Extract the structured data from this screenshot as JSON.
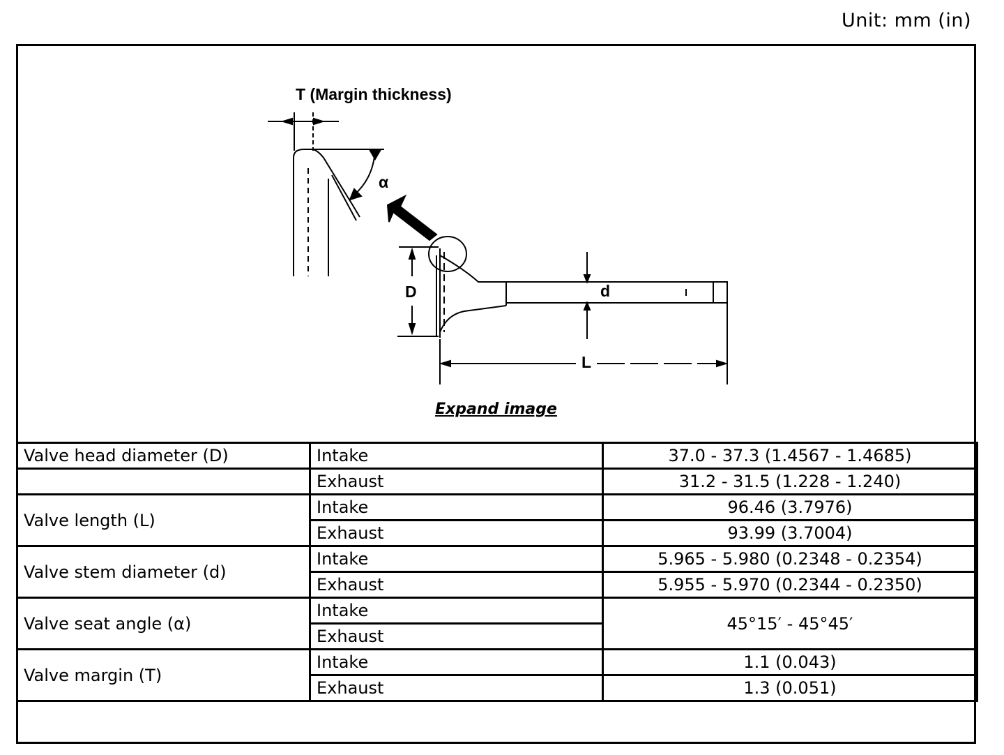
{
  "unit_label": "Unit: mm (in)",
  "figure": {
    "margin_label": "T (Margin thickness)",
    "alpha_label": "α",
    "D_label": "D",
    "d_label": "d",
    "L_label": "L",
    "expand_link": "Expand image"
  },
  "specs": [
    {
      "name": "Valve head diameter (D)",
      "intake_label": "Intake",
      "intake_value": "37.0 - 37.3 (1.4567 - 1.4685)",
      "exhaust_label": "Exhaust",
      "exhaust_value": "31.2 - 31.5 (1.228 - 1.240)"
    },
    {
      "name": "Valve length (L)",
      "intake_label": "Intake",
      "intake_value": "96.46 (3.7976)",
      "exhaust_label": "Exhaust",
      "exhaust_value": "93.99 (3.7004)"
    },
    {
      "name": "Valve stem diameter (d)",
      "intake_label": "Intake",
      "intake_value": "5.965 - 5.980 (0.2348 - 0.2354)",
      "exhaust_label": "Exhaust",
      "exhaust_value": "5.955 - 5.970 (0.2344 - 0.2350)"
    },
    {
      "name": "Valve seat angle (α)",
      "intake_label": "Intake",
      "exhaust_label": "Exhaust",
      "value": "45°15′ - 45°45′"
    },
    {
      "name": "Valve margin (T)",
      "intake_label": "Intake",
      "intake_value": "1.1 (0.043)",
      "exhaust_label": "Exhaust",
      "exhaust_value": "1.3 (0.051)"
    }
  ]
}
